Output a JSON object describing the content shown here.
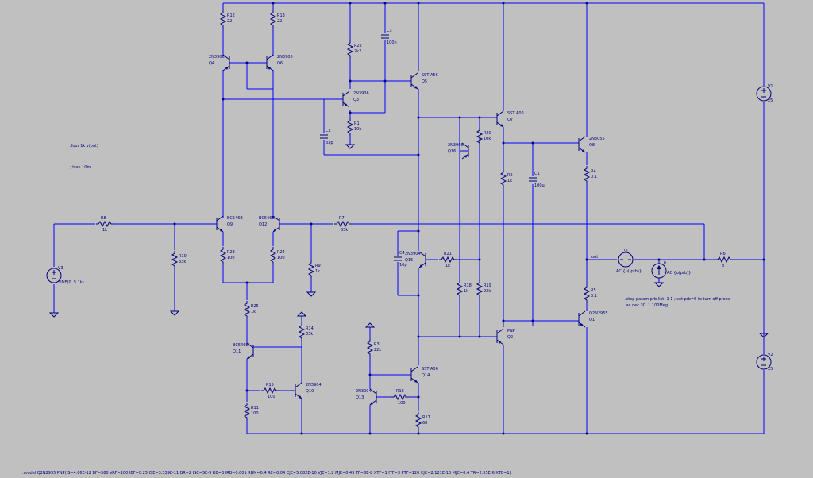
{
  "directives": {
    "four": ".four 1k v(out)",
    "tran": ";.tran 10m",
    "step": ".step param prb list -1 1 ; set prb=0 to turn off probe",
    "ac": ".ac dec 30 .1 100Meg",
    "model": ".model Q2N2955 PNP(IS=4.66E-12 BF=360 VAF=100 IBF=0.25 ISE=3.339E-11 BR=2 ISC=SE-9 RB=3 IRB=0.001 RBM=0.4 RC=0.04 CJE=5.082E-10 VJE=1.2 MJE=0.45 TF=8E-8 XTF=1 ITF=3 PTF=120 CJC=2.121E-10 MJC=0.4 TR=2.55E-6 XTB=1)"
  },
  "net_labels": {
    "out": "out"
  },
  "resistors": [
    {
      "id": "r12",
      "name": "R12",
      "value": "22"
    },
    {
      "id": "r13",
      "name": "R13",
      "value": "22"
    },
    {
      "id": "r22",
      "name": "R22",
      "value": "2k2"
    },
    {
      "id": "r1",
      "name": "R1",
      "value": "10k"
    },
    {
      "id": "r20",
      "name": "R20",
      "value": "10k"
    },
    {
      "id": "r2",
      "name": "R2",
      "value": "1k"
    },
    {
      "id": "r4",
      "name": "R4",
      "value": "0.1"
    },
    {
      "id": "r8",
      "name": "R8",
      "value": "1k"
    },
    {
      "id": "r10",
      "name": "R10",
      "value": "33k"
    },
    {
      "id": "r7",
      "name": "R7",
      "value": "33k"
    },
    {
      "id": "r23",
      "name": "R23",
      "value": "100"
    },
    {
      "id": "r24",
      "name": "R24",
      "value": "100"
    },
    {
      "id": "r9",
      "name": "R9",
      "value": "1k"
    },
    {
      "id": "r21",
      "name": "R21",
      "value": "1k"
    },
    {
      "id": "r18",
      "name": "R18",
      "value": "1k"
    },
    {
      "id": "r19",
      "name": "R19",
      "value": "22k"
    },
    {
      "id": "r6",
      "name": "R6",
      "value": "8"
    },
    {
      "id": "r5",
      "name": "R5",
      "value": "0.1"
    },
    {
      "id": "r25",
      "name": "R25",
      "value": "1k"
    },
    {
      "id": "r14",
      "name": "R14",
      "value": "33k"
    },
    {
      "id": "r3",
      "name": "R3",
      "value": "22k"
    },
    {
      "id": "r15",
      "name": "R15",
      "value": "100"
    },
    {
      "id": "r11",
      "name": "R11",
      "value": "100"
    },
    {
      "id": "r16",
      "name": "R16",
      "value": "100"
    },
    {
      "id": "r17",
      "name": "R17",
      "value": "68"
    }
  ],
  "capacitors": [
    {
      "id": "c3",
      "name": "C3",
      "value": "100n"
    },
    {
      "id": "c2",
      "name": "C2",
      "value": "33p"
    },
    {
      "id": "c1",
      "name": "C1",
      "value": "100µ"
    },
    {
      "id": "c4",
      "name": "C4",
      "value": "10p"
    }
  ],
  "transistors": [
    {
      "id": "q4",
      "name": "Q4",
      "model": "2N3906"
    },
    {
      "id": "q6",
      "name": "Q6",
      "model": "2N3906"
    },
    {
      "id": "q3",
      "name": "Q3",
      "model": "2N3906"
    },
    {
      "id": "q5",
      "name": "Q5",
      "model": "SST A56"
    },
    {
      "id": "q7",
      "name": "Q7",
      "model": "SST A06"
    },
    {
      "id": "q16",
      "name": "Q16",
      "model": "2N3906"
    },
    {
      "id": "q8",
      "name": "Q8",
      "model": "2N3055"
    },
    {
      "id": "q9",
      "name": "Q9",
      "model": "BC546B"
    },
    {
      "id": "q12",
      "name": "Q12",
      "model": "BC546B"
    },
    {
      "id": "q15",
      "name": "Q15",
      "model": "2N3904"
    },
    {
      "id": "q2",
      "name": "Q2",
      "model": "PNP"
    },
    {
      "id": "q1",
      "name": "Q1",
      "model": "Q2N2955"
    },
    {
      "id": "q11",
      "name": "Q11",
      "model": "BC546B"
    },
    {
      "id": "q10",
      "name": "Q10",
      "model": "2N3904"
    },
    {
      "id": "q14",
      "name": "Q14",
      "model": "SST A06"
    },
    {
      "id": "q13",
      "name": "Q13",
      "model": "2N3904"
    }
  ],
  "sources": [
    {
      "id": "v1",
      "name": "V1",
      "value": "25"
    },
    {
      "id": "v2",
      "name": "V2",
      "value": "25"
    },
    {
      "id": "v3",
      "name": "V3",
      "value": "SINE(0 .5 1k)"
    },
    {
      "id": "vprobe",
      "name": "Vi",
      "value": "AC {u(-prb)}"
    },
    {
      "id": "iprobe",
      "name": "Ii",
      "value": "AC {u(prb)}"
    }
  ]
}
